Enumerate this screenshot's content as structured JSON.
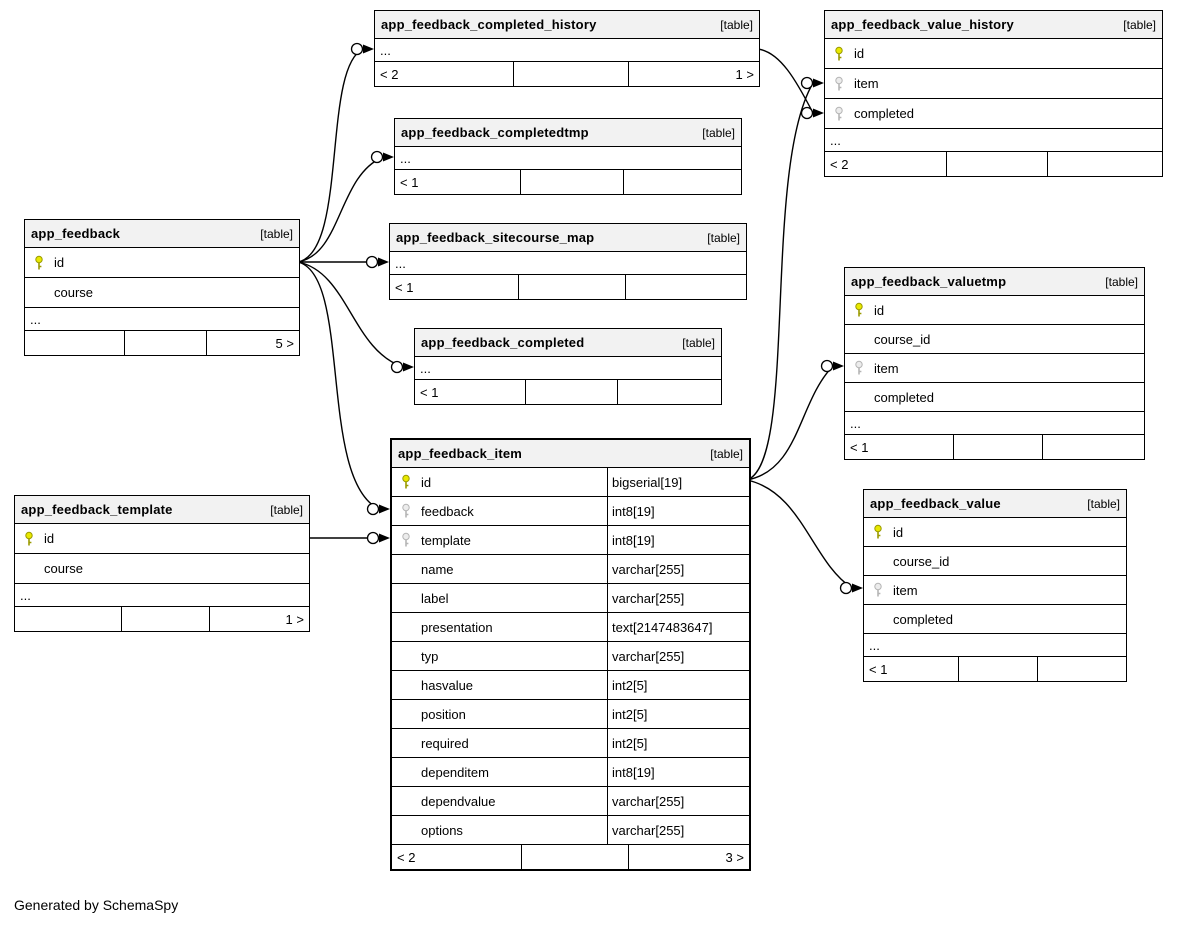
{
  "diagram": {
    "footer_note": "Generated by SchemaSpy"
  },
  "tables": [
    {
      "name": "app_feedback_completed_history",
      "tag": "[table]",
      "ellipsis": "...",
      "footer": {
        "left": "< 2",
        "center": "",
        "right": "1 >"
      },
      "columns": []
    },
    {
      "name": "app_feedback_value_history",
      "tag": "[table]",
      "ellipsis": "...",
      "footer": {
        "left": "< 2",
        "center": "",
        "right": ""
      },
      "columns": [
        {
          "name": "id",
          "key": "primary"
        },
        {
          "name": "item",
          "key": "foreign"
        },
        {
          "name": "completed",
          "key": "foreign"
        }
      ]
    },
    {
      "name": "app_feedback_completedtmp",
      "tag": "[table]",
      "ellipsis": "...",
      "footer": {
        "left": "< 1",
        "center": "",
        "right": ""
      },
      "columns": []
    },
    {
      "name": "app_feedback_sitecourse_map",
      "tag": "[table]",
      "ellipsis": "...",
      "footer": {
        "left": "< 1",
        "center": "",
        "right": ""
      },
      "columns": []
    },
    {
      "name": "app_feedback",
      "tag": "[table]",
      "ellipsis": "...",
      "footer": {
        "left": "",
        "center": "",
        "right": "5 >"
      },
      "columns": [
        {
          "name": "id",
          "key": "primary"
        },
        {
          "name": "course",
          "key": "none"
        }
      ]
    },
    {
      "name": "app_feedback_completed",
      "tag": "[table]",
      "ellipsis": "...",
      "footer": {
        "left": "< 1",
        "center": "",
        "right": ""
      },
      "columns": []
    },
    {
      "name": "app_feedback_valuetmp",
      "tag": "[table]",
      "ellipsis": "...",
      "footer": {
        "left": "< 1",
        "center": "",
        "right": ""
      },
      "columns": [
        {
          "name": "id",
          "key": "primary"
        },
        {
          "name": "course_id",
          "key": "none"
        },
        {
          "name": "item",
          "key": "foreign"
        },
        {
          "name": "completed",
          "key": "none"
        }
      ]
    },
    {
      "name": "app_feedback_item",
      "tag": "[table]",
      "footer": {
        "left": "< 2",
        "center": "",
        "right": "3 >"
      },
      "columns": [
        {
          "name": "id",
          "type": "bigserial[19]",
          "key": "primary"
        },
        {
          "name": "feedback",
          "type": "int8[19]",
          "key": "foreign"
        },
        {
          "name": "template",
          "type": "int8[19]",
          "key": "foreign"
        },
        {
          "name": "name",
          "type": "varchar[255]",
          "key": "none"
        },
        {
          "name": "label",
          "type": "varchar[255]",
          "key": "none"
        },
        {
          "name": "presentation",
          "type": "text[2147483647]",
          "key": "none"
        },
        {
          "name": "typ",
          "type": "varchar[255]",
          "key": "none"
        },
        {
          "name": "hasvalue",
          "type": "int2[5]",
          "key": "none"
        },
        {
          "name": "position",
          "type": "int2[5]",
          "key": "none"
        },
        {
          "name": "required",
          "type": "int2[5]",
          "key": "none"
        },
        {
          "name": "dependitem",
          "type": "int8[19]",
          "key": "none"
        },
        {
          "name": "dependvalue",
          "type": "varchar[255]",
          "key": "none"
        },
        {
          "name": "options",
          "type": "varchar[255]",
          "key": "none"
        }
      ]
    },
    {
      "name": "app_feedback_template",
      "tag": "[table]",
      "ellipsis": "...",
      "footer": {
        "left": "",
        "center": "",
        "right": "1 >"
      },
      "columns": [
        {
          "name": "id",
          "key": "primary"
        },
        {
          "name": "course",
          "key": "none"
        }
      ]
    },
    {
      "name": "app_feedback_value",
      "tag": "[table]",
      "ellipsis": "...",
      "footer": {
        "left": "< 1",
        "center": "",
        "right": ""
      },
      "columns": [
        {
          "name": "id",
          "key": "primary"
        },
        {
          "name": "course_id",
          "key": "none"
        },
        {
          "name": "item",
          "key": "foreign"
        },
        {
          "name": "completed",
          "key": "none"
        }
      ]
    }
  ]
}
